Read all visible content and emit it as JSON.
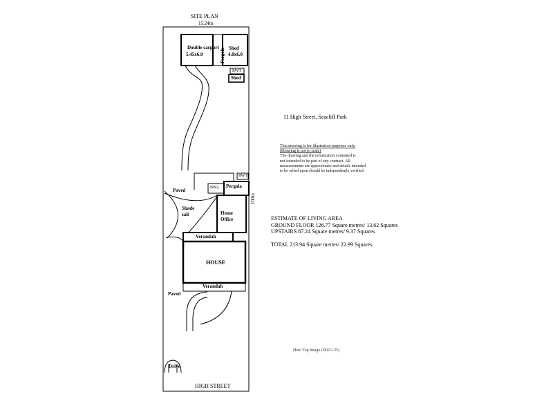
{
  "plan": {
    "title": "SITE PLAN",
    "width_dim": "15.24m",
    "length_dim": "100m",
    "street": "HIGH STREET",
    "labels": {
      "carport_name": "Double carport",
      "carport_size": "5.45x6.0",
      "pergola_top": "Pergola",
      "shed_name": "Shed",
      "shed_size": "4.0x6.0",
      "rwt_top": "RWT",
      "shed_small": "Shed",
      "rwt_mid": "RWT",
      "bbq": "BBQ",
      "pergola_mid": "Pergola",
      "paved_top": "Paved",
      "shade_sail": "Shade sail",
      "home_office": "Home Office",
      "verandah_top": "Verandah",
      "house": "HOUSE",
      "verandah_bottom": "Verandah",
      "paved_bottom": "Paved",
      "drive": "Drive"
    }
  },
  "address": "11 High Street,  Seacliff Park",
  "disclaimer": [
    "This drawing is for illustration purposes only.",
    "(Drawing is not to scale)",
    "The drawing and the information contained is",
    "not intended to be part of any contract.  All",
    "measurements are approximate and details intended",
    "to be relied upon should be independently verified."
  ],
  "estimate": {
    "heading": "ESTIMATE OF LIVING AREA",
    "ground": "GROUND FLOOR 126.77 Square metres/  13.62 Squares",
    "upstairs": "UPSTAIRS 87.24 Square metres/  9.37 Squares",
    "total": "TOTAL  213.94 Square metres/  22.99 Squares"
  },
  "image_ref": "Hero Top Image (D02/1.25)"
}
